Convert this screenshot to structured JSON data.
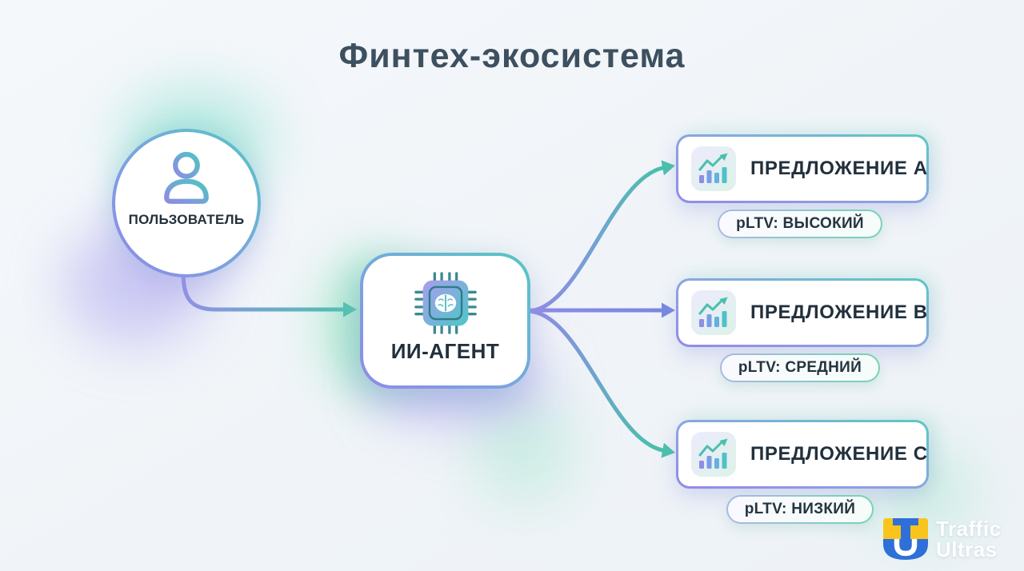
{
  "title": "Финтех-экосистема",
  "user_node": {
    "label": "ПОЛЬЗОВАТЕЛЬ"
  },
  "agent_node": {
    "label": "ИИ-АГЕНТ"
  },
  "offers": [
    {
      "label": "ПРЕДЛОЖЕНИЕ A",
      "pltv": "pLTV: ВЫСОКИЙ"
    },
    {
      "label": "ПРЕДЛОЖЕНИЕ B",
      "pltv": "pLTV: СРЕДНИЙ"
    },
    {
      "label": "ПРЕДЛОЖЕНИЕ C",
      "pltv": "pLTV: НИЗКИЙ"
    }
  ],
  "watermark": {
    "line1": "Traffic",
    "line2": "Ultras"
  },
  "icons": {
    "user": "user-icon",
    "agent": "ai-chip-brain-icon",
    "offer": "growth-chart-icon",
    "logo": "traffic-ultras-logo"
  },
  "colors": {
    "background": "#f0f4f8",
    "title_text": "#3d5060",
    "node_text": "#22303c",
    "accent_teal": "#4ac0ad",
    "accent_purple": "#8f8ce6",
    "logo_yellow": "#f9c51d",
    "logo_blue": "#2e6fd8"
  }
}
